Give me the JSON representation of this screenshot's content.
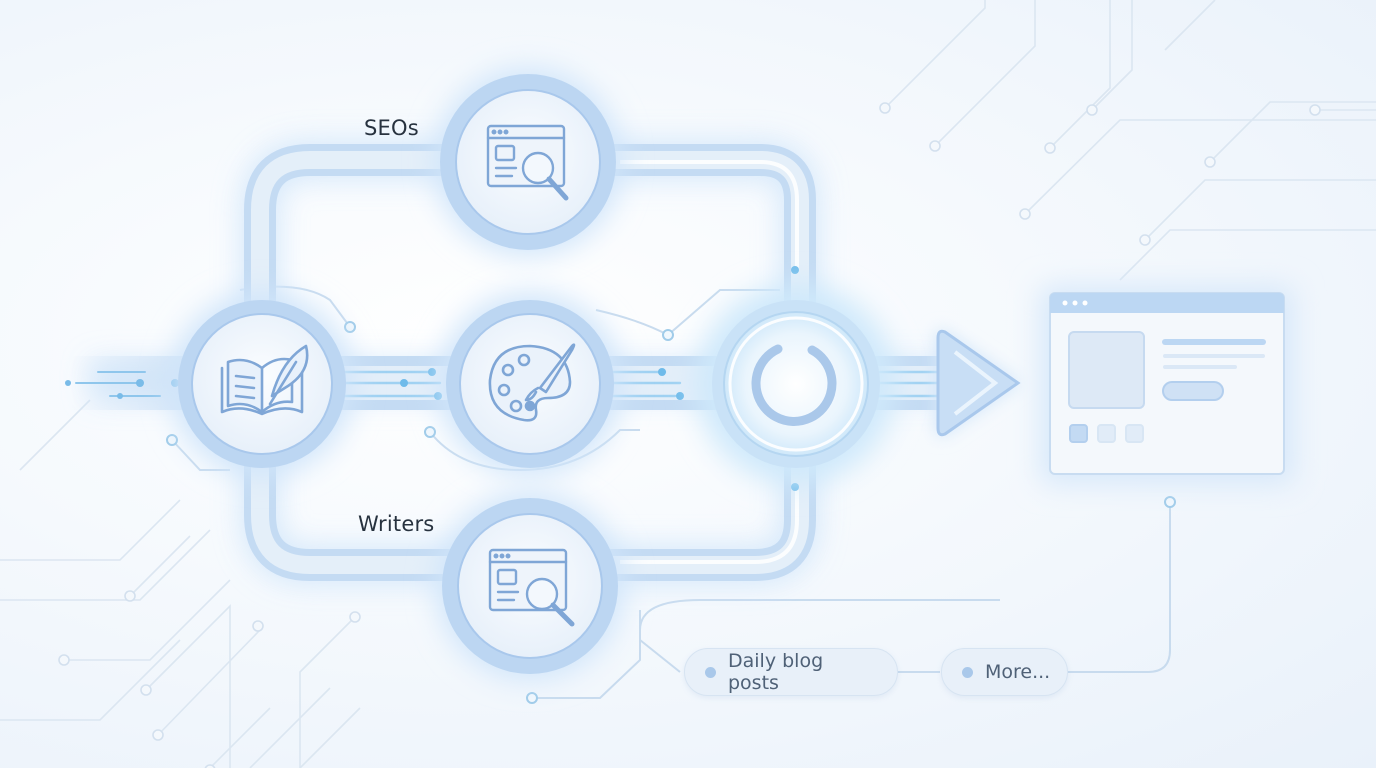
{
  "labels": {
    "seos": "SEOs",
    "writers": "Writers"
  },
  "pills": [
    {
      "label": "Daily blog posts"
    },
    {
      "label": "More..."
    }
  ],
  "icons": {
    "book": "book-feather-icon",
    "palette": "palette-brush-icon",
    "seo": "browser-search-icon",
    "loader": "loading-ring-icon",
    "output": "browser-window-icon"
  },
  "colors": {
    "track": "#bcd6f2",
    "track_glow": "#d6e8fb",
    "node_ring": "#a9c8ec",
    "node_fill": "#f1f6fc",
    "icon_stroke": "#7fa6d6",
    "accent": "#5fb6ec",
    "circuit": "#d8e4f0"
  }
}
